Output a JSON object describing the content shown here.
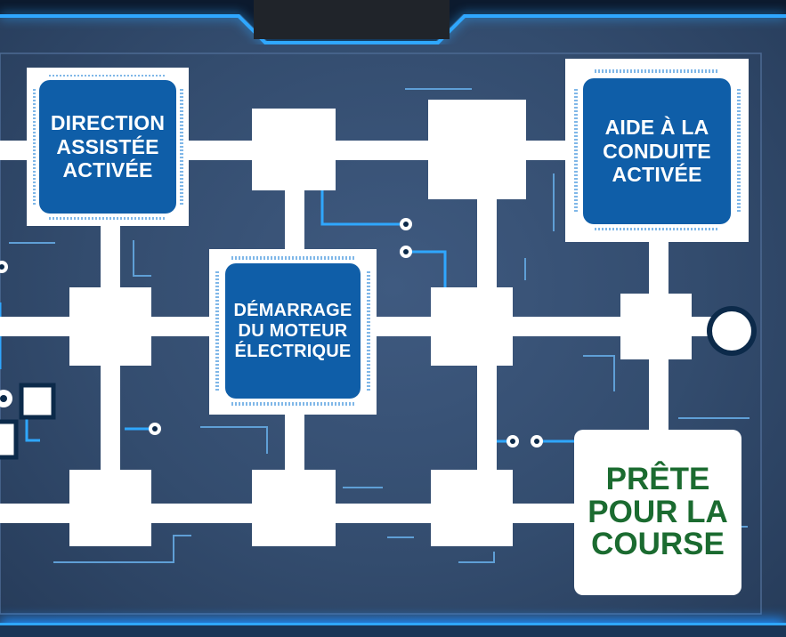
{
  "colors": {
    "board_bg": "#334c6e",
    "track": "#ffffff",
    "chip_fill": "#0f5ea8",
    "trace": "#2fa7ff",
    "finish_text": "#1b6b30"
  },
  "chips": {
    "steering": {
      "label": "DIRECTION ASSISTÉE ACTIVÉE"
    },
    "engine": {
      "label": "DÉMARRAGE DU MOTEUR ÉLECTRIQUE"
    },
    "assist": {
      "label": "AIDE À LA CONDUITE ACTIVÉE"
    }
  },
  "finish": {
    "label": "PRÊTE POUR LA COURSE"
  },
  "icons": {
    "start_circle": "circle-node-icon",
    "chip": "microchip-icon"
  }
}
